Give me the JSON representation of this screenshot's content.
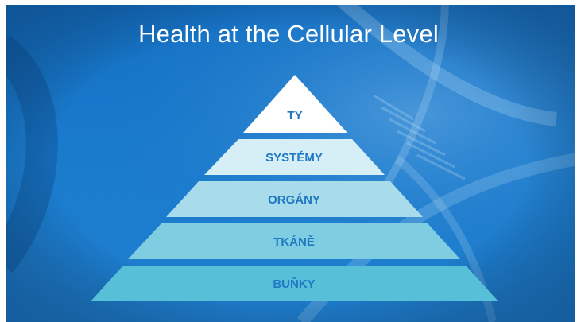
{
  "slide": {
    "title": "Health at the Cellular Level"
  },
  "pyramid": {
    "levels": [
      {
        "label": "TY",
        "color": "#ffffff"
      },
      {
        "label": "SYSTÉMY",
        "color": "#d6eef5"
      },
      {
        "label": "ORGÁNY",
        "color": "#a9dcea"
      },
      {
        "label": "TKÁNĚ",
        "color": "#7fcde0"
      },
      {
        "label": "BUŇKY",
        "color": "#57c0d8"
      }
    ]
  },
  "colors": {
    "background": "#1a78c8",
    "label_text": "#1e78c2"
  }
}
